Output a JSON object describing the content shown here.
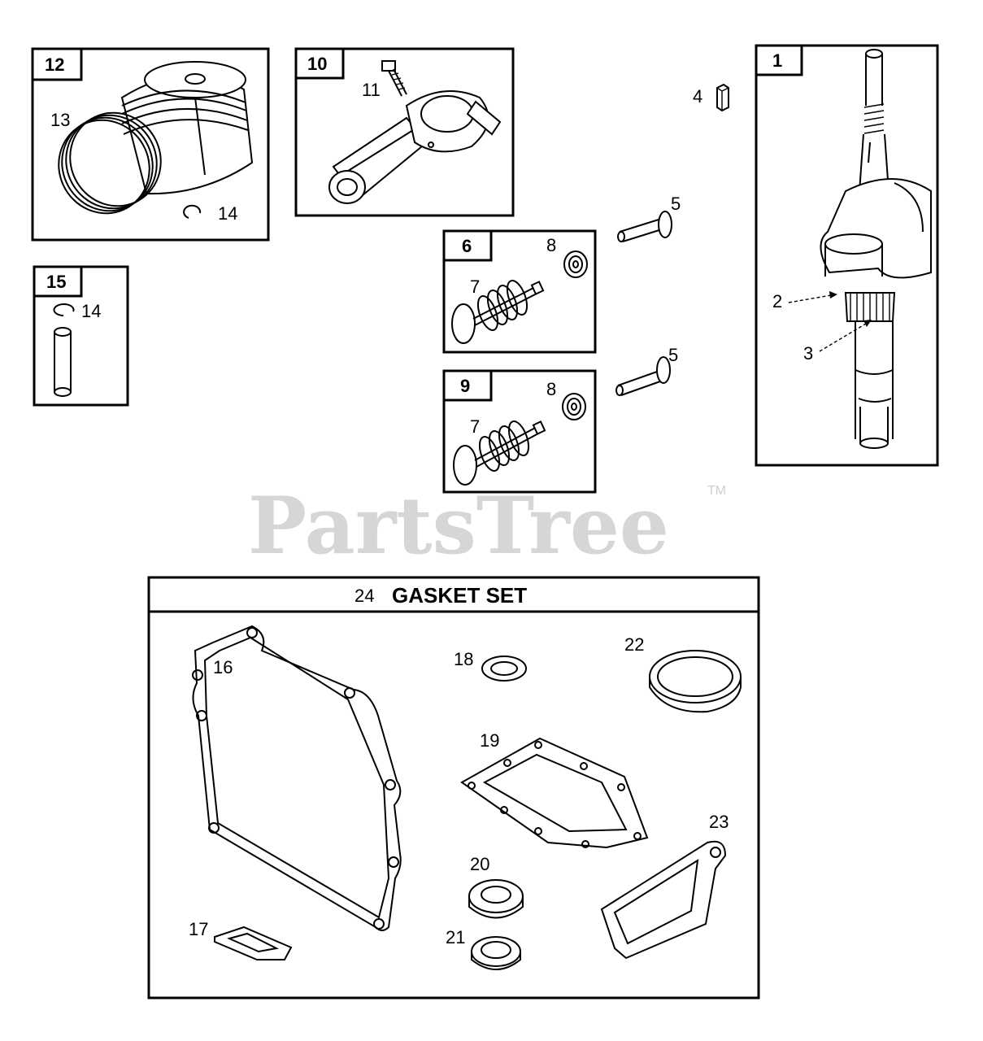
{
  "watermark": {
    "brand": "PartsTree",
    "trademark": "TM"
  },
  "boxes": [
    {
      "id": "12",
      "label": "12"
    },
    {
      "id": "10",
      "label": "10"
    },
    {
      "id": "1",
      "label": "1"
    },
    {
      "id": "15",
      "label": "15"
    },
    {
      "id": "6",
      "label": "6"
    },
    {
      "id": "9",
      "label": "9"
    }
  ],
  "gasket_set": {
    "number": "24",
    "title": "GASKET SET"
  },
  "callouts": {
    "c13": "13",
    "c14a": "14",
    "c14b": "14",
    "c11": "11",
    "c4": "4",
    "c5a": "5",
    "c5b": "5",
    "c8a": "8",
    "c8b": "8",
    "c7a": "7",
    "c7b": "7",
    "c2": "2",
    "c3": "3",
    "c16": "16",
    "c17": "17",
    "c18": "18",
    "c19": "19",
    "c20": "20",
    "c21": "21",
    "c22": "22",
    "c23": "23"
  },
  "colors": {
    "line": "#000000",
    "watermark": "#d6d6d6",
    "background": "#ffffff"
  }
}
